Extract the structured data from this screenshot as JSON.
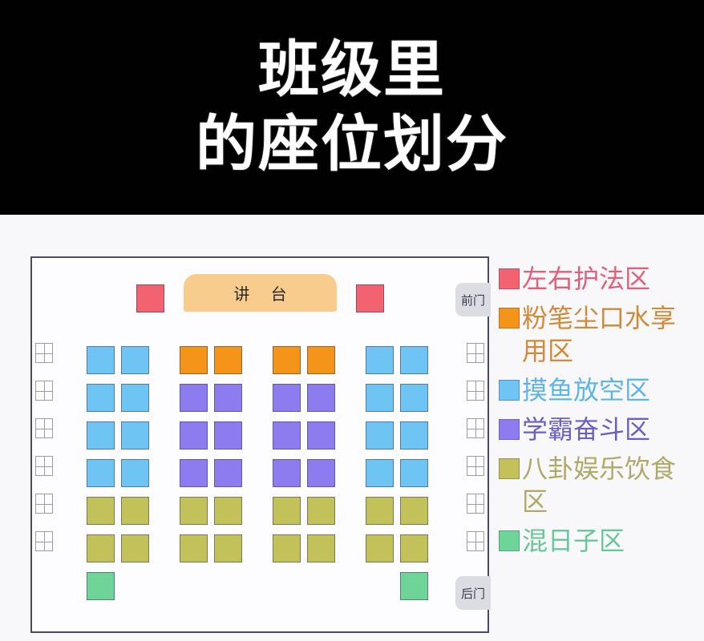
{
  "title": {
    "line1": "班级里",
    "line2": "的座位划分"
  },
  "classroom": {
    "podium_label": "讲 台",
    "front_door_label": "前门",
    "back_door_label": "后门",
    "window_icon_name": "window-icon",
    "window_count_left": 6,
    "window_count_right": 6,
    "seat_rows": 7,
    "seat_column_groups": 4,
    "seats_per_group": 2,
    "seat_colors": {
      "pink": "#f2636f",
      "orange": "#f49418",
      "blue": "#6ec4f2",
      "purple": "#8c7cef",
      "olive": "#c3c159",
      "green": "#6fd497"
    },
    "podium_color": "#f8cc8c",
    "seat_grid": [
      [
        "blue",
        "blue",
        "orange",
        "orange",
        "orange",
        "orange",
        "blue",
        "blue"
      ],
      [
        "blue",
        "blue",
        "purple",
        "purple",
        "purple",
        "purple",
        "blue",
        "blue"
      ],
      [
        "blue",
        "blue",
        "purple",
        "purple",
        "purple",
        "purple",
        "blue",
        "blue"
      ],
      [
        "blue",
        "blue",
        "purple",
        "purple",
        "purple",
        "purple",
        "blue",
        "blue"
      ],
      [
        "olive",
        "olive",
        "olive",
        "olive",
        "olive",
        "olive",
        "olive",
        "olive"
      ],
      [
        "olive",
        "olive",
        "olive",
        "olive",
        "olive",
        "olive",
        "olive",
        "olive"
      ],
      [
        "green",
        "",
        "",
        "",
        "",
        "",
        "",
        "green"
      ]
    ],
    "guard_seats": [
      "pink",
      "pink"
    ]
  },
  "legend": {
    "items": [
      {
        "color": "#f2636f",
        "text_color": "#e0607a",
        "label": "左右护法区"
      },
      {
        "color": "#f49418",
        "text_color": "#d08a3a",
        "label": "粉笔尘口水享用区"
      },
      {
        "color": "#6ec4f2",
        "text_color": "#5fb4e8",
        "label": "摸鱼放空区"
      },
      {
        "color": "#8c7cef",
        "text_color": "#6b5fc4",
        "label": "学霸奋斗区"
      },
      {
        "color": "#c3c159",
        "text_color": "#b0a96a",
        "label": "八卦娱乐饮食区"
      },
      {
        "color": "#6fd497",
        "text_color": "#68c79a",
        "label": "混日子区"
      }
    ]
  }
}
